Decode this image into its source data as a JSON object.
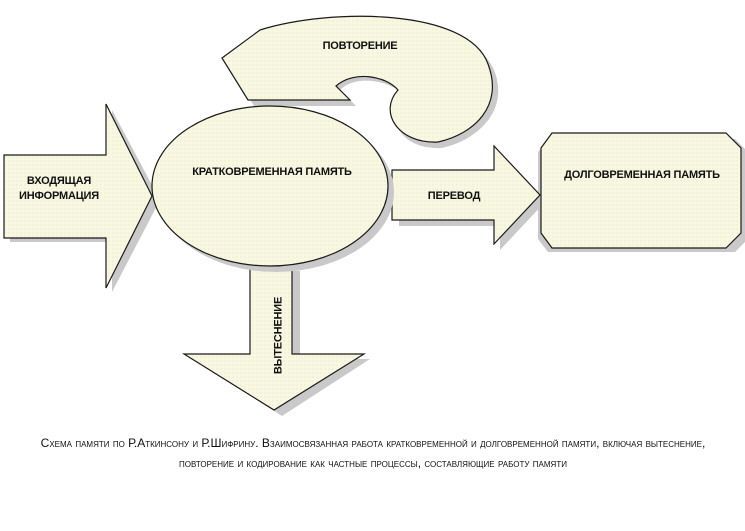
{
  "labels": {
    "incoming": "ВХОДЯЩАЯ ИНФОРМАЦИЯ",
    "short_term": "КРАТКОВРЕМЕННАЯ ПАМЯТЬ",
    "rehearsal": "ПОВТОРЕНИЕ",
    "transfer": "ПЕРЕВОД",
    "long_term": "ДОЛГОВРЕМЕННАЯ ПАМЯТЬ",
    "displacement": "ВЫТЕСНЕНИЕ"
  },
  "caption": "Схема памяти по Р.Аткинсону и Р.Шифрину. Взаимосвязанная работа кратковременной и долговременной памяти, включая вытеснение, повторение и кодирование как частные процессы, составляющие работу памяти",
  "colors": {
    "fill": "#f7f7dc",
    "shadow": "#c8c8c8",
    "stroke": "#1a1a1a"
  }
}
